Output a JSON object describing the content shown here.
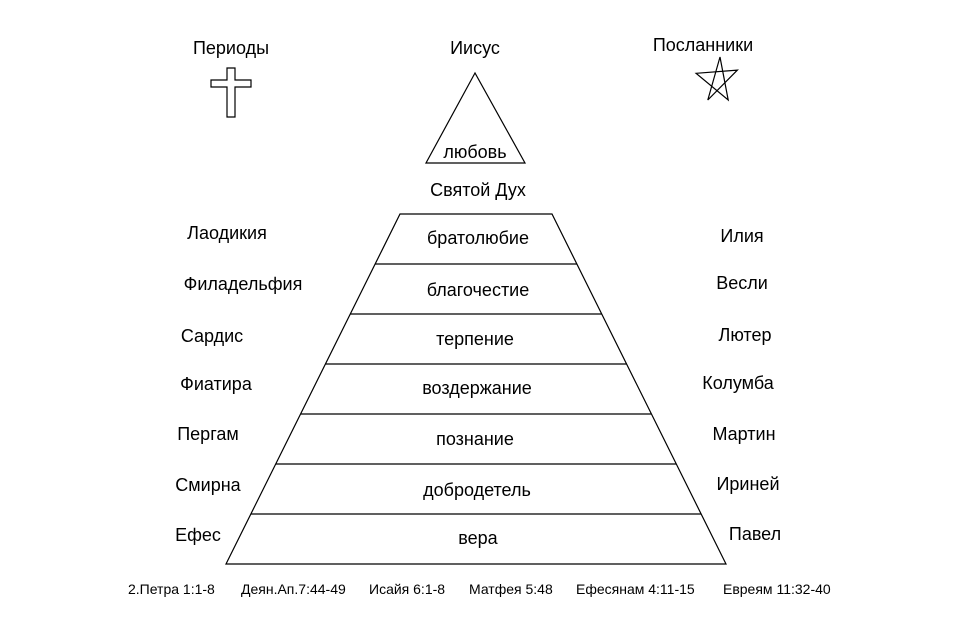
{
  "headers": {
    "periods": "Периоды",
    "center": "Иисус",
    "messengers": "Посланники"
  },
  "icons": {
    "left": "cross-icon",
    "right": "pentagram-icon"
  },
  "apex": {
    "label": "любовь",
    "below_label": "Святой Дух"
  },
  "levels": [
    {
      "virtue": "братолюбие",
      "period": "Лаодикия",
      "messenger": "Илия"
    },
    {
      "virtue": "благочестие",
      "period": "Филадельфия",
      "messenger": "Весли"
    },
    {
      "virtue": "терпение",
      "period": "Сардис",
      "messenger": "Лютер"
    },
    {
      "virtue": "воздержание",
      "period": "Фиатира",
      "messenger": "Колумба"
    },
    {
      "virtue": "познание",
      "period": "Пергам",
      "messenger": "Мартин"
    },
    {
      "virtue": "добродетель",
      "period": "Смирна",
      "messenger": "Ириней"
    },
    {
      "virtue": "вера",
      "period": "Ефес",
      "messenger": "Павел"
    }
  ],
  "references": [
    "2.Петра 1:1-8",
    "Деян.Ап.7:44-49",
    "Исайя 6:1-8",
    "Матфея 5:48",
    "Ефесянам 4:11-15",
    "Евреям 11:32-40"
  ],
  "colors": {
    "stroke": "#000000",
    "background": "#ffffff"
  }
}
